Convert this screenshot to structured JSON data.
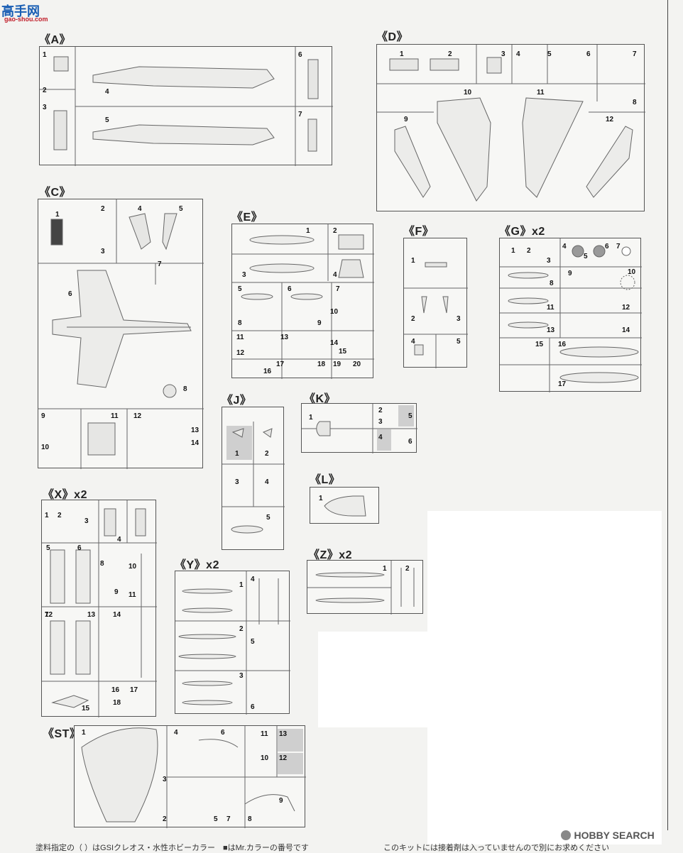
{
  "watermark_top": {
    "logo_text": "高手网",
    "url": "gao-shou.com"
  },
  "watermark_bottom": {
    "brand": "HOBBY SEARCH"
  },
  "sprues": {
    "A": {
      "label": "《A》",
      "numbers": [
        "1",
        "2",
        "3",
        "4",
        "5",
        "6",
        "7"
      ]
    },
    "D": {
      "label": "《D》",
      "numbers": [
        "1",
        "2",
        "3",
        "4",
        "5",
        "6",
        "7",
        "8",
        "9",
        "10",
        "11",
        "12"
      ]
    },
    "C": {
      "label": "《C》",
      "numbers": [
        "1",
        "2",
        "3",
        "4",
        "5",
        "6",
        "7",
        "8",
        "9",
        "10",
        "11",
        "12",
        "13",
        "14"
      ]
    },
    "E": {
      "label": "《E》",
      "numbers": [
        "1",
        "2",
        "3",
        "4",
        "5",
        "6",
        "7",
        "8",
        "9",
        "10",
        "11",
        "12",
        "13",
        "14",
        "15",
        "16",
        "17",
        "18",
        "19",
        "20"
      ]
    },
    "F": {
      "label": "《F》",
      "numbers": [
        "1",
        "2",
        "3",
        "4",
        "5"
      ]
    },
    "G": {
      "label": "《G》x2",
      "numbers": [
        "1",
        "2",
        "3",
        "4",
        "5",
        "6",
        "7",
        "8",
        "9",
        "10",
        "11",
        "12",
        "13",
        "14",
        "15",
        "16",
        "17"
      ]
    },
    "J": {
      "label": "《J》",
      "numbers": [
        "1",
        "2",
        "3",
        "4",
        "5"
      ]
    },
    "K": {
      "label": "《K》",
      "numbers": [
        "1",
        "2",
        "3",
        "4",
        "5",
        "6"
      ]
    },
    "L": {
      "label": "《L》",
      "numbers": [
        "1"
      ]
    },
    "X": {
      "label": "《X》x2",
      "numbers": [
        "1",
        "2",
        "3",
        "4",
        "5",
        "6",
        "7",
        "8",
        "9",
        "10",
        "11",
        "12",
        "13",
        "14",
        "15",
        "16",
        "17",
        "18"
      ]
    },
    "Y": {
      "label": "《Y》x2",
      "numbers": [
        "1",
        "2",
        "3",
        "4",
        "5",
        "6"
      ]
    },
    "Z": {
      "label": "《Z》x2",
      "numbers": [
        "1",
        "2"
      ]
    },
    "ST": {
      "label": "《ST》",
      "numbers": [
        "1",
        "2",
        "3",
        "4",
        "5",
        "6",
        "7",
        "8",
        "9",
        "10",
        "11",
        "12",
        "13"
      ]
    }
  },
  "footer": {
    "left": "塗料指定の（ ）はGSIクレオス・水性ホビーカラー　■はMr.カラーの番号です",
    "right": "このキットには接着剤は入っていませんので別にお求めください"
  }
}
